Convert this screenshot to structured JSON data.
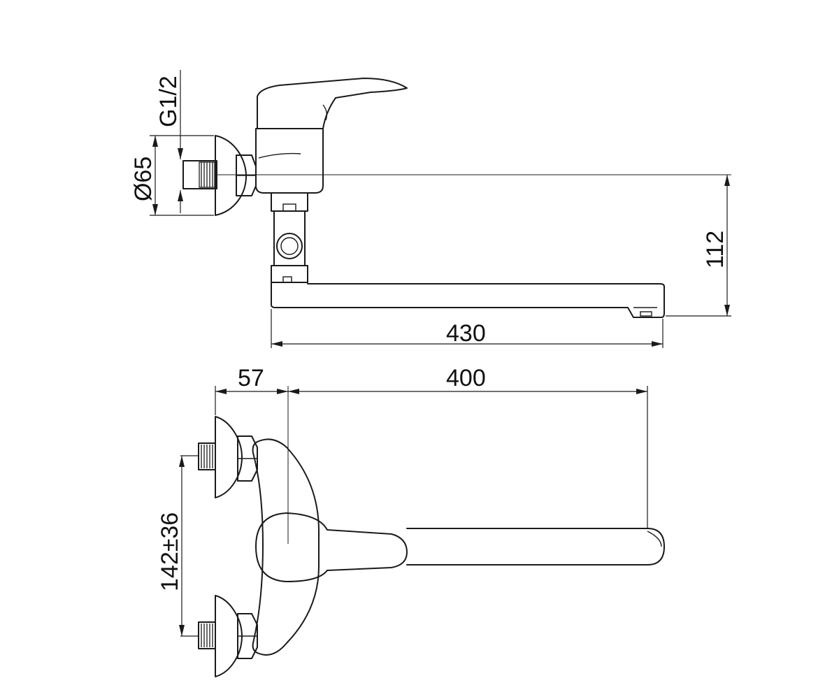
{
  "dimensions": {
    "thread": "G1/2",
    "flange_diameter": "Ø65",
    "height": "112",
    "spout_length": "430",
    "wall_offset": "57",
    "spout_reach": "400",
    "center_distance": "142±36"
  }
}
